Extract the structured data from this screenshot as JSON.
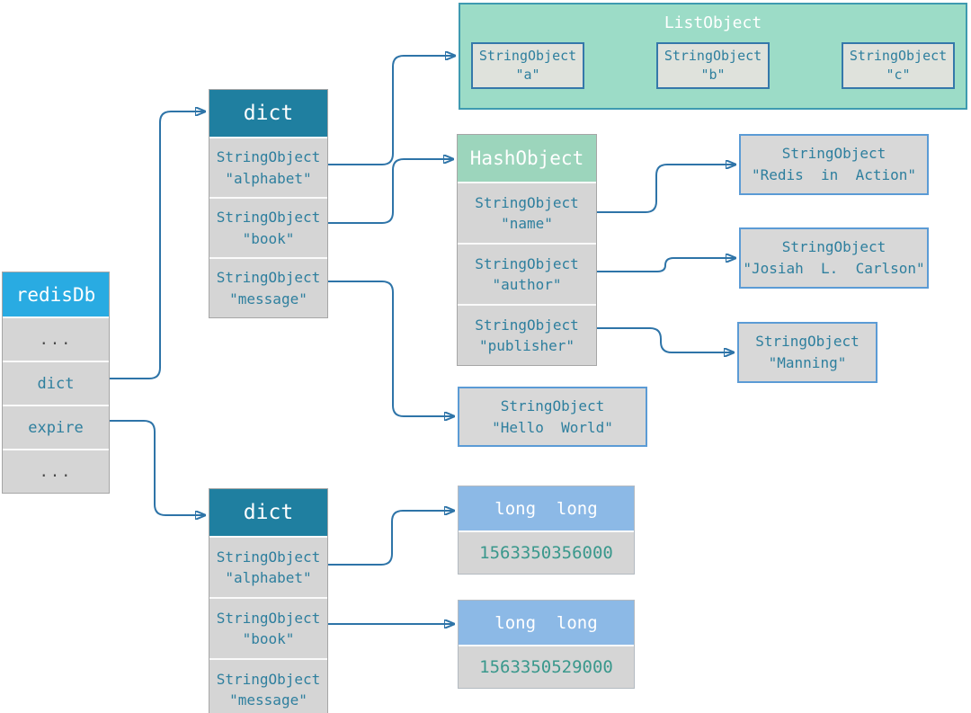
{
  "colors": {
    "redisdb_header": "#29abe2",
    "dict_header": "#1f7fa0",
    "hashobject_header": "#9cd5bc",
    "listobject_fill": "#9cdcc7",
    "longlong_header": "#8cb9e6",
    "row_fill": "#d5d5d5",
    "arrow": "#2e74a8",
    "text_teal": "#2e7f9e",
    "text_number": "#3a988c"
  },
  "redisdb": {
    "title": "redisDb",
    "rows": [
      "...",
      "dict",
      "expire",
      "..."
    ]
  },
  "dict_top": {
    "title": "dict",
    "rows": [
      {
        "type": "StringObject",
        "value": "\"alphabet\""
      },
      {
        "type": "StringObject",
        "value": "\"book\""
      },
      {
        "type": "StringObject",
        "value": "\"message\""
      }
    ]
  },
  "dict_bottom": {
    "title": "dict",
    "rows": [
      {
        "type": "StringObject",
        "value": "\"alphabet\""
      },
      {
        "type": "StringObject",
        "value": "\"book\""
      },
      {
        "type": "StringObject",
        "value": "\"message\""
      }
    ]
  },
  "listobject": {
    "title": "ListObject",
    "items": [
      {
        "type": "StringObject",
        "value": "\"a\""
      },
      {
        "type": "StringObject",
        "value": "\"b\""
      },
      {
        "type": "StringObject",
        "value": "\"c\""
      }
    ]
  },
  "hashobject": {
    "title": "HashObject",
    "rows": [
      {
        "type": "StringObject",
        "value": "\"name\""
      },
      {
        "type": "StringObject",
        "value": "\"author\""
      },
      {
        "type": "StringObject",
        "value": "\"publisher\""
      }
    ]
  },
  "string_values": {
    "redis_in_action": {
      "type": "StringObject",
      "value": "\"Redis  in  Action\""
    },
    "josiah": {
      "type": "StringObject",
      "value": "\"Josiah  L.  Carlson\""
    },
    "manning": {
      "type": "StringObject",
      "value": "\"Manning\""
    },
    "hello_world": {
      "type": "StringObject",
      "value": "\"Hello  World\""
    }
  },
  "longlong1": {
    "title": "long  long",
    "value": "1563350356000"
  },
  "longlong2": {
    "title": "long  long",
    "value": "1563350529000"
  }
}
